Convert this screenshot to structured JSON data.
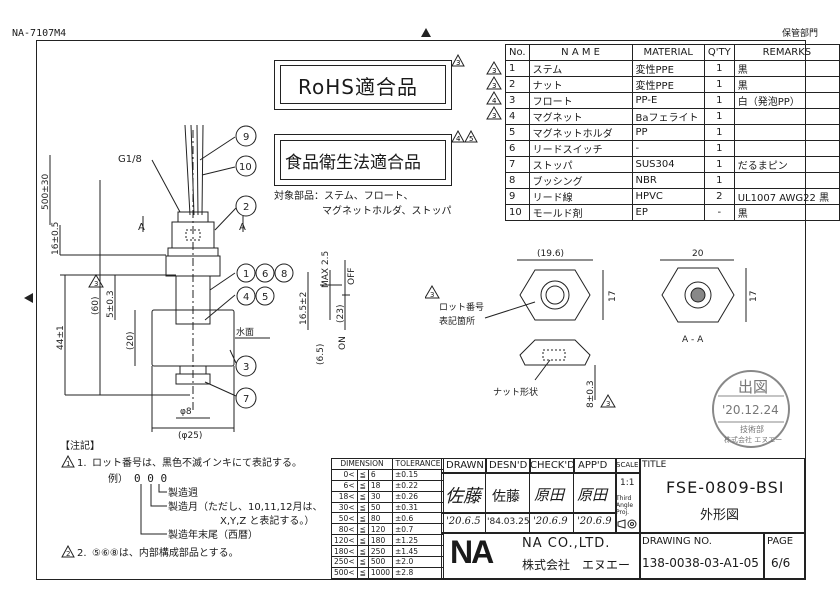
{
  "header": {
    "top_left_code": "NA-7107M4",
    "top_right_stamp": "保管部門"
  },
  "notes_boxes": {
    "rohs": "RoHS適合品",
    "food": "食品衛生法適合品",
    "target_parts_line1": "対象部品：ステム、フロート、",
    "target_parts_line2": "マグネットホルダ、ストッパ",
    "rev_marks": [
      "3",
      "4",
      "5"
    ]
  },
  "parts_table": {
    "headers": [
      "No.",
      "N A M E",
      "MATERIAL",
      "Q'TY",
      "REMARKS"
    ],
    "rows": [
      {
        "rev": "3",
        "no": "1",
        "name": "ステム",
        "material": "変性PPE",
        "qty": "1",
        "remarks": "黒"
      },
      {
        "rev": "3",
        "no": "2",
        "name": "ナット",
        "material": "変性PPE",
        "qty": "1",
        "remarks": "黒"
      },
      {
        "rev": "4",
        "no": "3",
        "name": "フロート",
        "material": "PP-E",
        "qty": "1",
        "remarks": "白（発泡PP）"
      },
      {
        "rev": "3",
        "no": "4",
        "name": "マグネット",
        "material": "Baフェライト",
        "qty": "1",
        "remarks": ""
      },
      {
        "rev": "",
        "no": "5",
        "name": "マグネットホルダ",
        "material": "PP",
        "qty": "1",
        "remarks": ""
      },
      {
        "rev": "",
        "no": "6",
        "name": "リードスイッチ",
        "material": "-",
        "qty": "1",
        "remarks": ""
      },
      {
        "rev": "",
        "no": "7",
        "name": "ストッパ",
        "material": "SUS304",
        "qty": "1",
        "remarks": "だるまピン"
      },
      {
        "rev": "",
        "no": "8",
        "name": "ブッシング",
        "material": "NBR",
        "qty": "1",
        "remarks": ""
      },
      {
        "rev": "",
        "no": "9",
        "name": "リード線",
        "material": "HPVC",
        "qty": "2",
        "remarks": "UL1007 AWG22 黒"
      },
      {
        "rev": "",
        "no": "10",
        "name": "モールド剤",
        "material": "EP",
        "qty": "-",
        "remarks": "黒"
      }
    ]
  },
  "drawing": {
    "thread": "G1/8",
    "dim_500": "500±30",
    "dim_16": "16±0.5",
    "dim_60": "(60)",
    "dim_5": "5±0.3",
    "dim_44": "44±1",
    "dim_20": "(20)",
    "dim_165": "16.5±2",
    "dim_max": "MAX 2.5",
    "dim_23": "(23)",
    "dim_65": "(6.5)",
    "off": "OFF",
    "on": "ON",
    "water": "水面",
    "dia8": "φ8",
    "dia25": "(φ25)",
    "sec_a": "A",
    "balloons": [
      "9",
      "10",
      "2",
      "1",
      "6",
      "8",
      "4",
      "5",
      "3",
      "7"
    ],
    "rev_3": "3",
    "top_view_19": "(19.6)",
    "top_view_17": "17",
    "lot_label_1": "ロット番号",
    "lot_label_2": "表記箇所",
    "nut_label": "ナット形状",
    "nut_dim": "8±0.3",
    "aa_20": "20",
    "aa_17": "17",
    "aa_label": "A - A"
  },
  "stamp": {
    "title": "出図",
    "date": "'20.12.24",
    "dept": "技術部",
    "company": "株式会社 エヌエー"
  },
  "notes": {
    "heading": "【注記】",
    "note1_no": "1.",
    "note1": "ロット番号は、黒色不滅インキにて表記する。",
    "example": "例）",
    "example_code": "0 0 0",
    "week": "製造週",
    "month1": "製造月（ただし、10,11,12月は、",
    "month2": "X,Y,Z と表記する。）",
    "year": "製造年末尾（西暦）",
    "note2_no": "2.",
    "note2": "⑤⑥⑧は、内部構成部品とする。",
    "rev1": "1",
    "rev2": "2"
  },
  "tolerance": {
    "headers": [
      "DIMENSION",
      "TOLERANCE"
    ],
    "rows": [
      [
        "0<",
        "≦",
        "6",
        "±0.15"
      ],
      [
        "6<",
        "≦",
        "18",
        "±0.22"
      ],
      [
        "18<",
        "≦",
        "30",
        "±0.26"
      ],
      [
        "30<",
        "≦",
        "50",
        "±0.31"
      ],
      [
        "50<",
        "≦",
        "80",
        "±0.6"
      ],
      [
        "80<",
        "≦",
        "120",
        "±0.7"
      ],
      [
        "120<",
        "≦",
        "180",
        "±1.25"
      ],
      [
        "180<",
        "≦",
        "250",
        "±1.45"
      ],
      [
        "250<",
        "≦",
        "500",
        "±2.0"
      ],
      [
        "500<",
        "≦",
        "1000",
        "±2.8"
      ]
    ]
  },
  "title_block": {
    "drawn": "DRAWN",
    "desnd": "DESN'D",
    "checkd": "CHECK'D",
    "appd": "APP'D",
    "scale": "SCALE",
    "scale_value": "1:1",
    "angle": "Third Angle Proj.",
    "drawn_sign": "佐藤",
    "desnd_sign": "佐藤",
    "check_sign": "原田",
    "app_sign": "原田",
    "drawn_date": "'20.6.5",
    "desnd_date": "'84.03.25",
    "check_date": "'20.6.9",
    "app_date": "'20.6.9",
    "company_en": "NA CO.,LTD.",
    "company_jp": "株式会社　エヌエー",
    "title_label": "TITLE",
    "title_value": "FSE-0809-BSI",
    "subtitle": "外形図",
    "drawing_no_label": "DRAWING NO.",
    "drawing_no": "138-0038-03-A1-05",
    "page_label": "PAGE",
    "page_value": "6/6",
    "logo_text": "NA"
  }
}
